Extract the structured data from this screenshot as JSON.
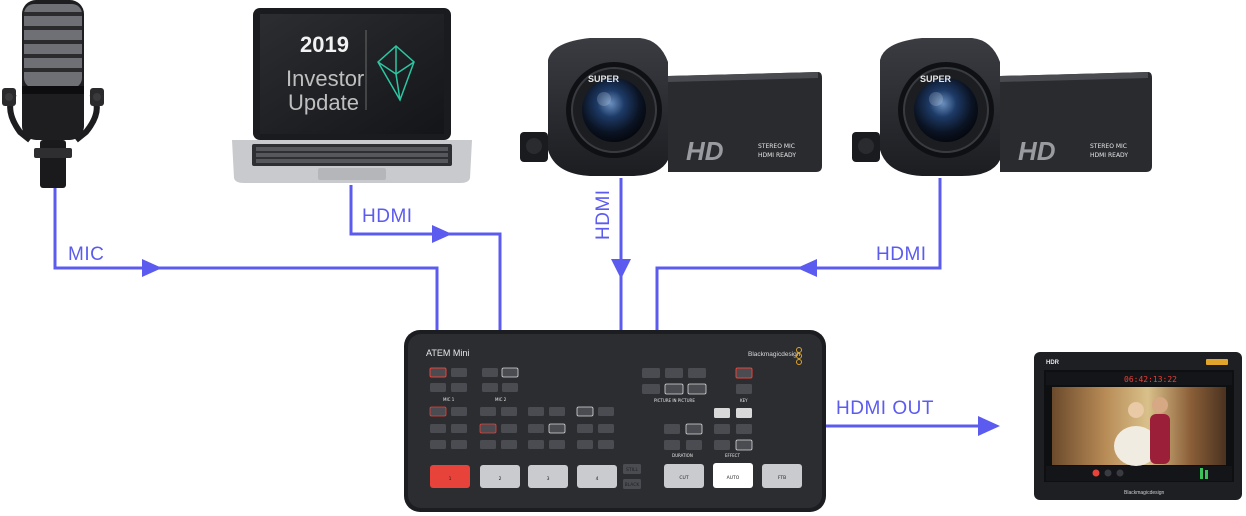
{
  "diagram": {
    "connections": {
      "mic_label": "MIC",
      "laptop_label": "HDMI",
      "camera1_label": "HDMI",
      "camera2_label": "HDMI",
      "out_label": "HDMI OUT"
    },
    "laptop": {
      "year": "2019",
      "line1": "Investor",
      "line2": "Update"
    },
    "camera": {
      "brand": "SUPER",
      "badge": "HD",
      "spec1": "STEREO MIC",
      "spec2": "HDMI READY"
    },
    "switcher": {
      "model": "ATEM Mini",
      "brand": "Blackmagicdesign",
      "mic1_label": "MIC 1",
      "mic2_label": "MIC 2",
      "pip_label": "PICTURE IN PICTURE",
      "key_label": "KEY",
      "duration_label": "DURATION",
      "effect_label": "EFFECT",
      "input_buttons": [
        "1",
        "2",
        "3",
        "4"
      ],
      "still_label": "STILL",
      "black_label": "BLACK",
      "cut_label": "CUT",
      "auto_label": "AUTO",
      "ftb_label": "FTB"
    },
    "monitor": {
      "hdr_label": "HDR",
      "brand": "Blackmagicdesign",
      "timecode": "06:42:13:22"
    },
    "colors": {
      "connector": "#5b5bf0",
      "switcher_body": "#2a2c30",
      "red_button": "#e8433a"
    }
  }
}
